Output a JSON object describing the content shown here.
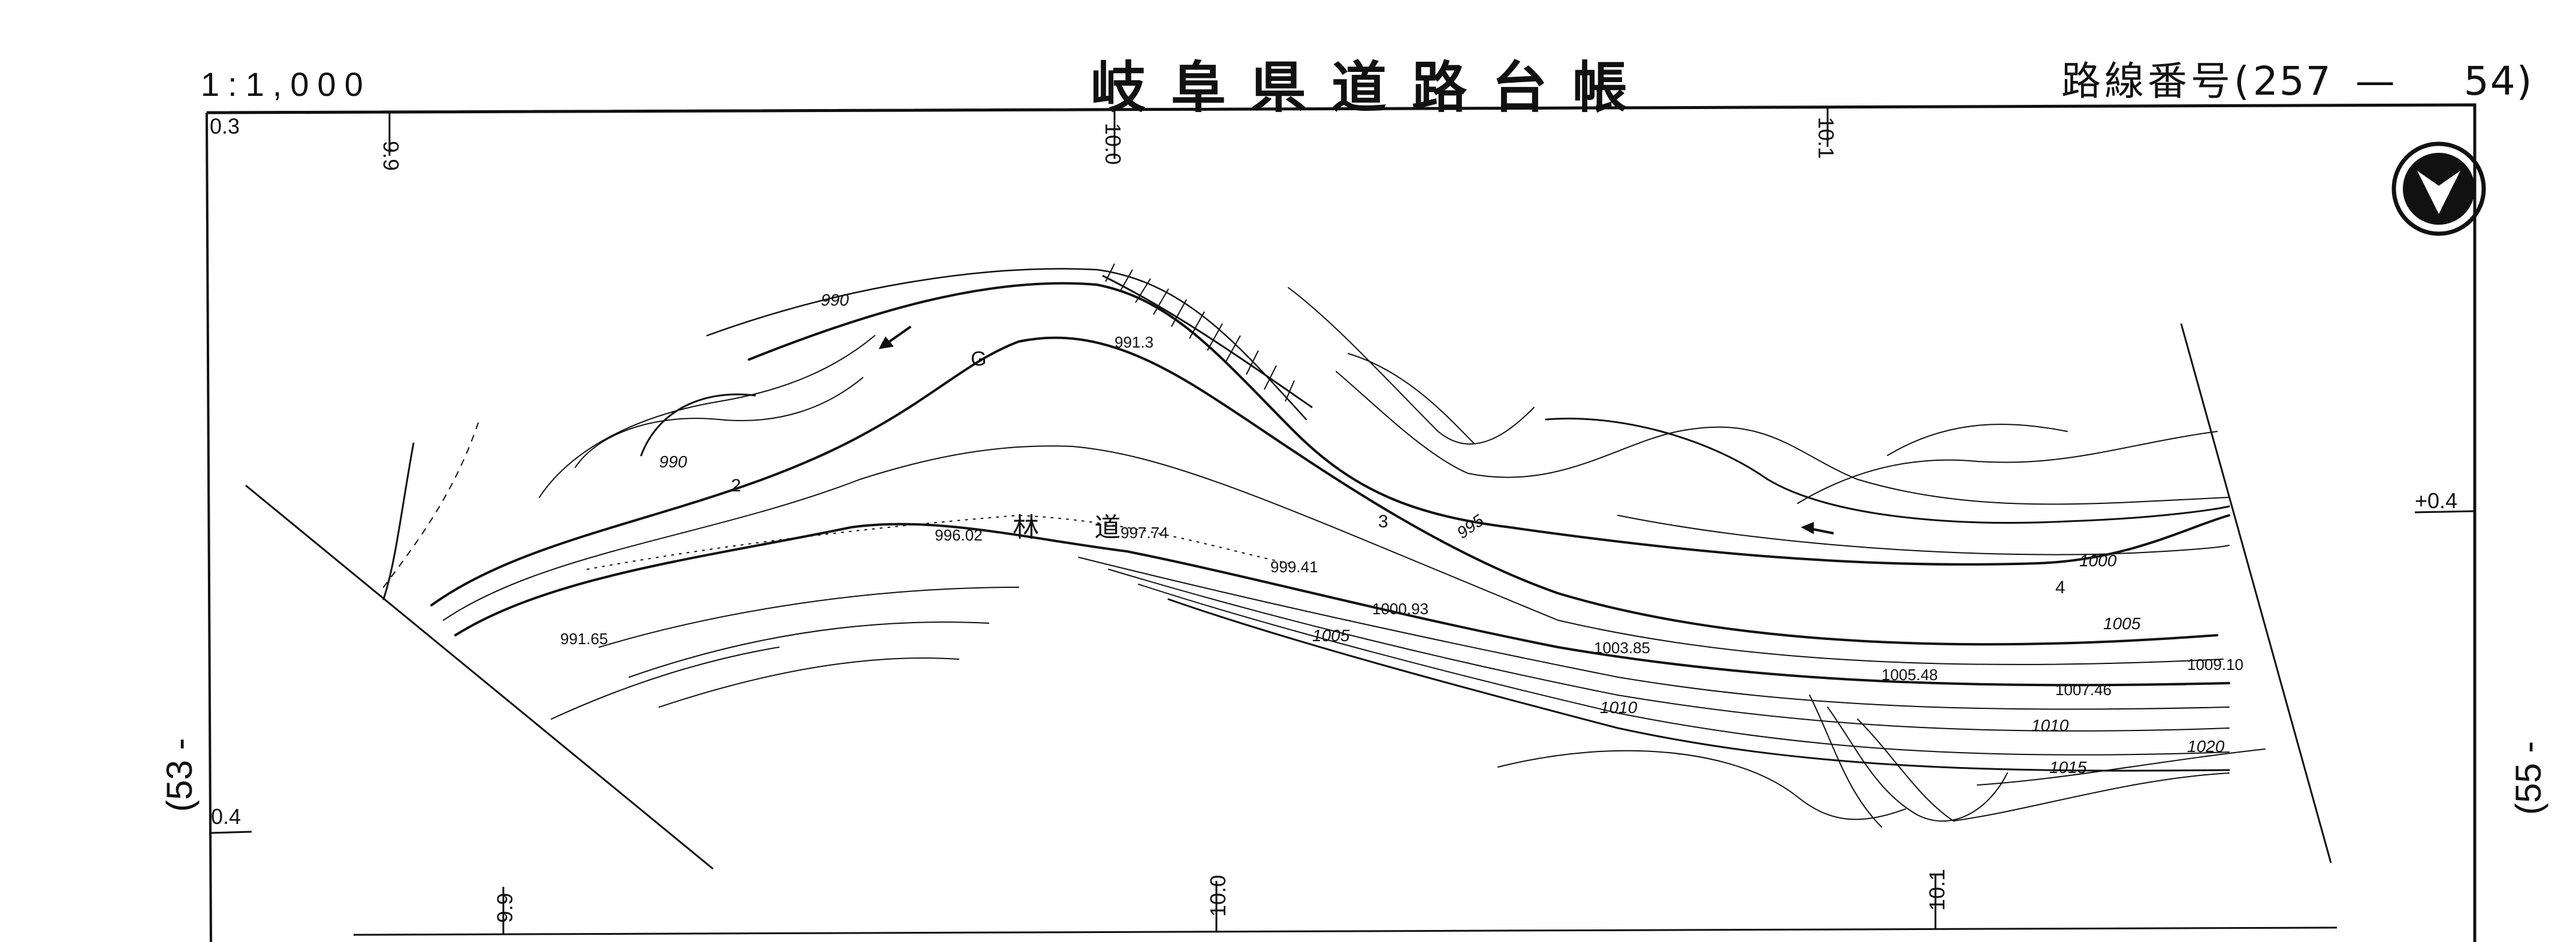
{
  "header": {
    "scale": "1:1,000",
    "title": "岐阜県道路台帳",
    "route_label": "路線番号",
    "route_prefix": "257",
    "route_dash": "—",
    "route_suffix": "54"
  },
  "sheet_links": {
    "left": "(53 -",
    "right": "(55 -"
  },
  "grid_labels": {
    "top": [
      "0.3",
      "9.9",
      "10.0",
      "10.1"
    ],
    "bottom": [
      "9.9",
      "10.0",
      "10.1"
    ],
    "left_mid": "0.4",
    "right_mid": "+0.4"
  },
  "road_name": "林 道",
  "station_marks": [
    "2",
    "3",
    "4"
  ],
  "contour_labels": [
    "990",
    "990",
    "995",
    "1000",
    "1005",
    "1005",
    "1010",
    "1010",
    "1015",
    "1020"
  ],
  "spot_elevations": [
    "991.3",
    "996.02",
    "997.74",
    "999.41",
    "1000.93",
    "1003.85",
    "1005.48",
    "1007.46",
    "1009.10",
    "991.65"
  ],
  "symbols": {
    "guardrail": "G",
    "north_arrow": "north-arrow-icon",
    "flow_arrow": "flow-arrow-icon"
  }
}
